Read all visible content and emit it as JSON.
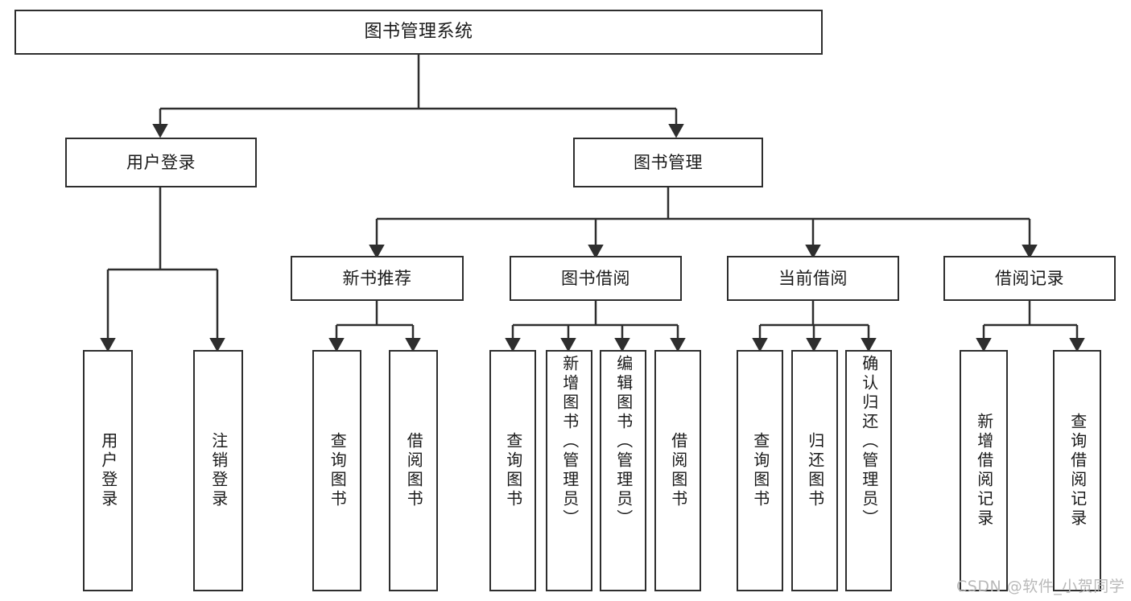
{
  "diagram": {
    "type": "tree-hierarchy-functional-structure",
    "root": {
      "id": "root",
      "label": "图书管理系统"
    },
    "level1": [
      {
        "id": "user-login",
        "label": "用户登录"
      },
      {
        "id": "book-management",
        "label": "图书管理"
      }
    ],
    "level2": [
      {
        "id": "new-book-recommend",
        "label": "新书推荐",
        "parent": "book-management"
      },
      {
        "id": "book-borrow",
        "label": "图书借阅",
        "parent": "book-management"
      },
      {
        "id": "current-borrow",
        "label": "当前借阅",
        "parent": "book-management"
      },
      {
        "id": "borrow-record",
        "label": "借阅记录",
        "parent": "book-management"
      }
    ],
    "leaves": {
      "user-login": [
        {
          "id": "leaf-user-login",
          "label": "用户登录"
        },
        {
          "id": "leaf-logout-login",
          "label": "注销登录"
        }
      ],
      "new-book-recommend": [
        {
          "id": "leaf-query-book-1",
          "label": "查询图书"
        },
        {
          "id": "leaf-borrow-book-1",
          "label": "借阅图书"
        }
      ],
      "book-borrow": [
        {
          "id": "leaf-query-book-2",
          "label": "查询图书"
        },
        {
          "id": "leaf-add-book-admin",
          "label": "新增图书（管理员）"
        },
        {
          "id": "leaf-edit-book-admin",
          "label": "编辑图书（管理员）"
        },
        {
          "id": "leaf-borrow-book-2",
          "label": "借阅图书"
        }
      ],
      "current-borrow": [
        {
          "id": "leaf-query-book-3",
          "label": "查询图书"
        },
        {
          "id": "leaf-return-book",
          "label": "归还图书"
        },
        {
          "id": "leaf-confirm-return-admin",
          "label": "确认归还（管理员）"
        }
      ],
      "borrow-record": [
        {
          "id": "leaf-add-borrow-record",
          "label": "新增借阅记录"
        },
        {
          "id": "leaf-query-borrow-record",
          "label": "查询借阅记录"
        }
      ]
    }
  },
  "watermark": {
    "text": "CSDN @软件_小贺同学"
  },
  "colors": {
    "stroke": "#2e2e2e",
    "fill": "#ffffff",
    "text": "#1a1a1a",
    "watermark": "#b9b9b9"
  }
}
